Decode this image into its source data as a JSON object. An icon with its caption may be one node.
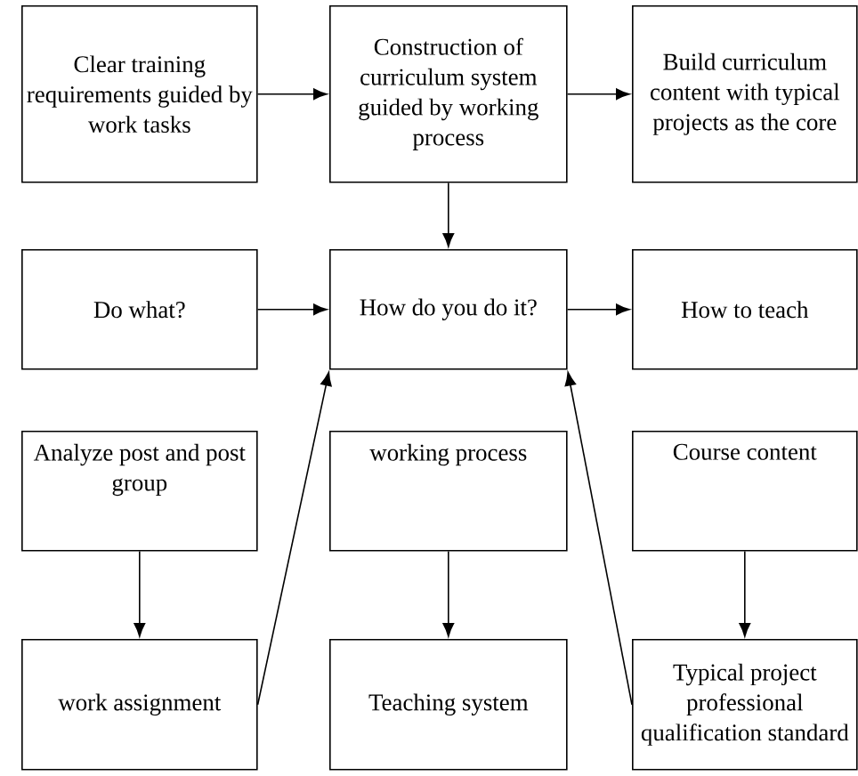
{
  "diagram": {
    "nodes": [
      {
        "text": [
          "Clear training requirements guided by work tasks"
        ]
      },
      {
        "text": [
          "Construction of curriculum system guided by working process"
        ]
      },
      {
        "text": [
          "Build curriculum content with typical projects as the core"
        ]
      },
      {
        "text": [
          "Do what?"
        ]
      },
      {
        "text": [
          "How do you do it?"
        ]
      },
      {
        "text": [
          "How to teach"
        ]
      },
      {
        "text": [
          "Analyze post and post group"
        ]
      },
      {
        "text": [
          "working process"
        ]
      },
      {
        "text": [
          "Course content"
        ]
      },
      {
        "text": [
          "work assignment"
        ]
      },
      {
        "text": [
          "Teaching system"
        ]
      },
      {
        "text": [
          "Typical project professional qualification standard"
        ]
      }
    ],
    "edges": [
      {
        "from": 0,
        "to": 1,
        "arrow": "to"
      },
      {
        "from": 1,
        "to": 2,
        "arrow": "to"
      },
      {
        "from": 1,
        "to": 4,
        "arrow": "to"
      },
      {
        "from": 3,
        "to": 4,
        "arrow": "to"
      },
      {
        "from": 4,
        "to": 5,
        "arrow": "to"
      },
      {
        "from": 6,
        "to": 9,
        "arrow": "to"
      },
      {
        "from": 7,
        "to": 10,
        "arrow": "to"
      },
      {
        "from": 8,
        "to": 11,
        "arrow": "to"
      },
      {
        "from": 9,
        "to": 4,
        "arrow": "to"
      },
      {
        "from": 11,
        "to": 4,
        "arrow": "to"
      }
    ]
  }
}
